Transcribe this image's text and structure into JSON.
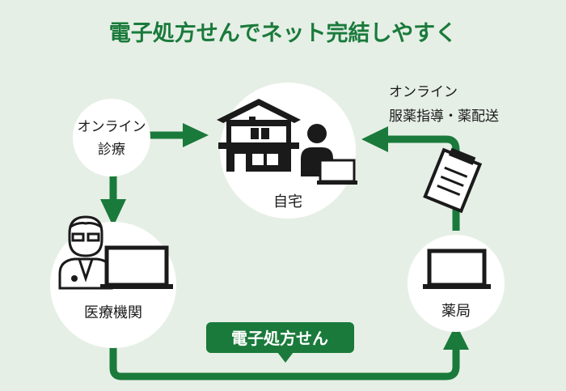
{
  "title": "電子処方せんでネット完結しやすく",
  "nodes": {
    "online_consult": [
      "オンライン",
      "診療"
    ],
    "home": "自宅",
    "medical": "医療機関",
    "pharmacy": "薬局",
    "online_guidance": [
      "オンライン",
      "服薬指導・薬配送"
    ]
  },
  "badge": "電子処方せん",
  "colors": {
    "green": "#1a7a3b",
    "background": "#e6efe6",
    "circle": "#ffffff",
    "ink": "#1a1a1a"
  },
  "icons": [
    "house-icon",
    "person-laptop-icon",
    "doctor-icon",
    "laptop-icon",
    "prescription-icon"
  ]
}
